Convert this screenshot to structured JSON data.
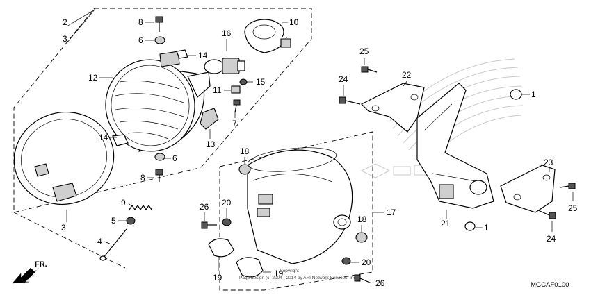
{
  "diagram": {
    "labels": {
      "n1a": "1",
      "n1b": "1",
      "n2": "2",
      "n3a": "3",
      "n3b": "3",
      "n4": "4",
      "n5": "5",
      "n6a": "6",
      "n6b": "6",
      "n7": "7",
      "n8a": "8",
      "n8b": "8",
      "n9": "9",
      "n10": "10",
      "n11": "11",
      "n12": "12",
      "n13": "13",
      "n14a": "14",
      "n14b": "14",
      "n15": "15",
      "n16": "16",
      "n17": "17",
      "n18a": "18",
      "n18b": "18",
      "n19a": "19",
      "n19b": "19",
      "n20a": "20",
      "n20b": "20",
      "n21": "21",
      "n22": "22",
      "n23": "23",
      "n24a": "24",
      "n24b": "24",
      "n25a": "25",
      "n25b": "25",
      "n26a": "26",
      "n26b": "26"
    },
    "direction": "FR.",
    "diagram_code": "MGCAF0100",
    "copyright_line1": "Copyright",
    "copyright_line2": "Page design (c) 2004 - 2014 by ARI Network Services, Inc."
  },
  "colors": {
    "ink": "#000000",
    "watermark": "#c9c9c9"
  }
}
